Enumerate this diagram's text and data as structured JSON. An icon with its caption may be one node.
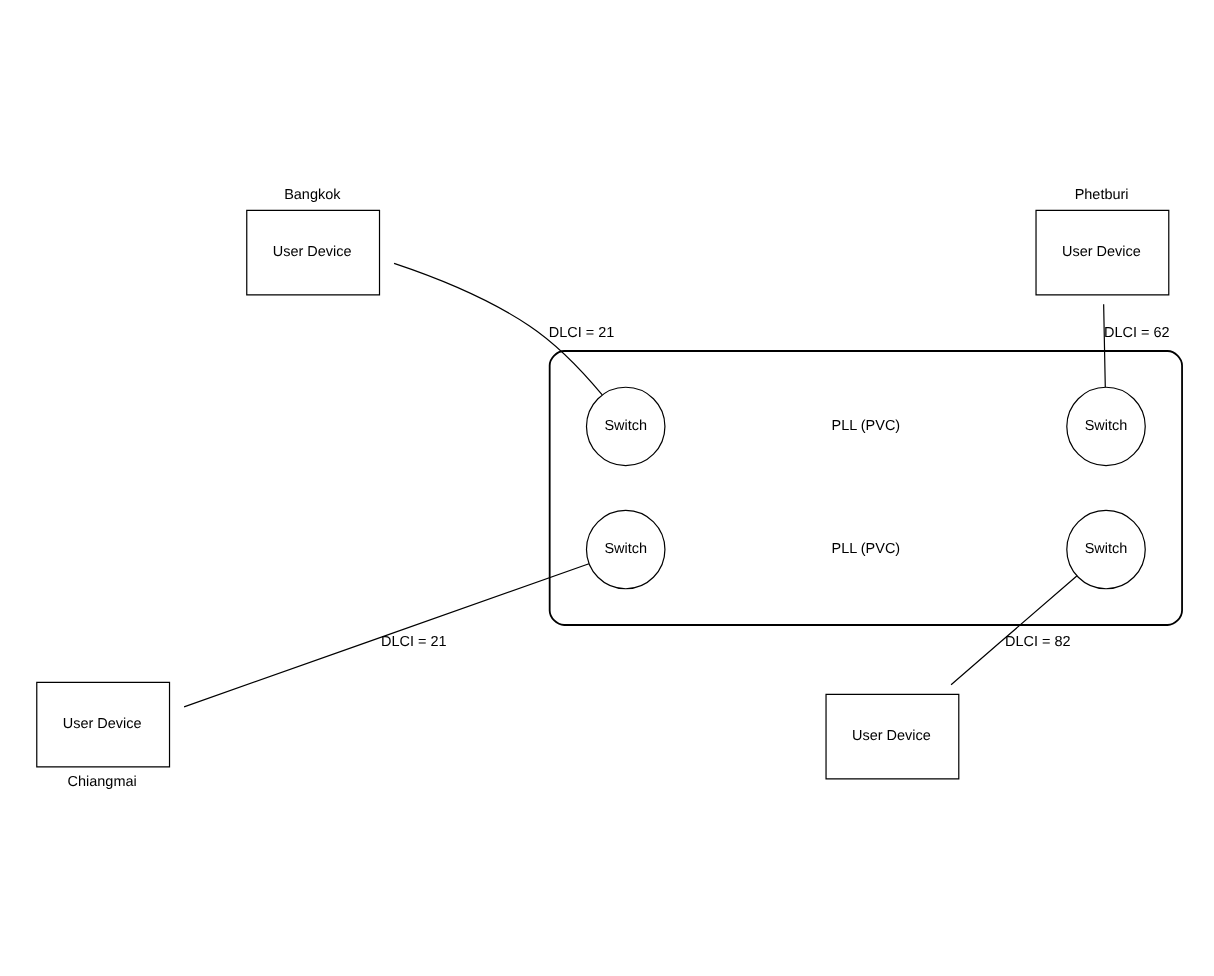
{
  "diagram": {
    "nodes": [
      {
        "text": [
          "User Device"
        ],
        "beside": [
          "Bangkok"
        ]
      },
      {
        "text": [
          "User Device"
        ],
        "beside": [
          "Phetburi"
        ]
      },
      {
        "text": [],
        "shape": "ellipse"
      },
      {
        "text": [
          "Switch"
        ],
        "in": 2
      },
      {
        "text": [
          "Switch"
        ],
        "in": 2
      },
      {
        "text": [
          "Switch"
        ],
        "in": 2
      },
      {
        "text": [
          "Switch"
        ],
        "in": 2
      },
      {
        "text": [
          "User Device"
        ],
        "beside": [
          "Chiangmai"
        ]
      },
      {
        "text": [
          "User Device"
        ]
      }
    ],
    "edges": [
      {
        "from": 0,
        "to": 3,
        "arrow": "none",
        "label": "DLCI = 21"
      },
      {
        "from": 1,
        "to": 4,
        "arrow": "none",
        "label": "DLCI = 62"
      },
      {
        "from": 7,
        "to": 5,
        "arrow": "none",
        "label": "DLCI = 21"
      },
      {
        "from": 8,
        "to": 6,
        "arrow": "none",
        "label": "DLCI = 82"
      }
    ],
    "labels": [
      "PLL (PVC)",
      "PLL (PVC)"
    ]
  }
}
